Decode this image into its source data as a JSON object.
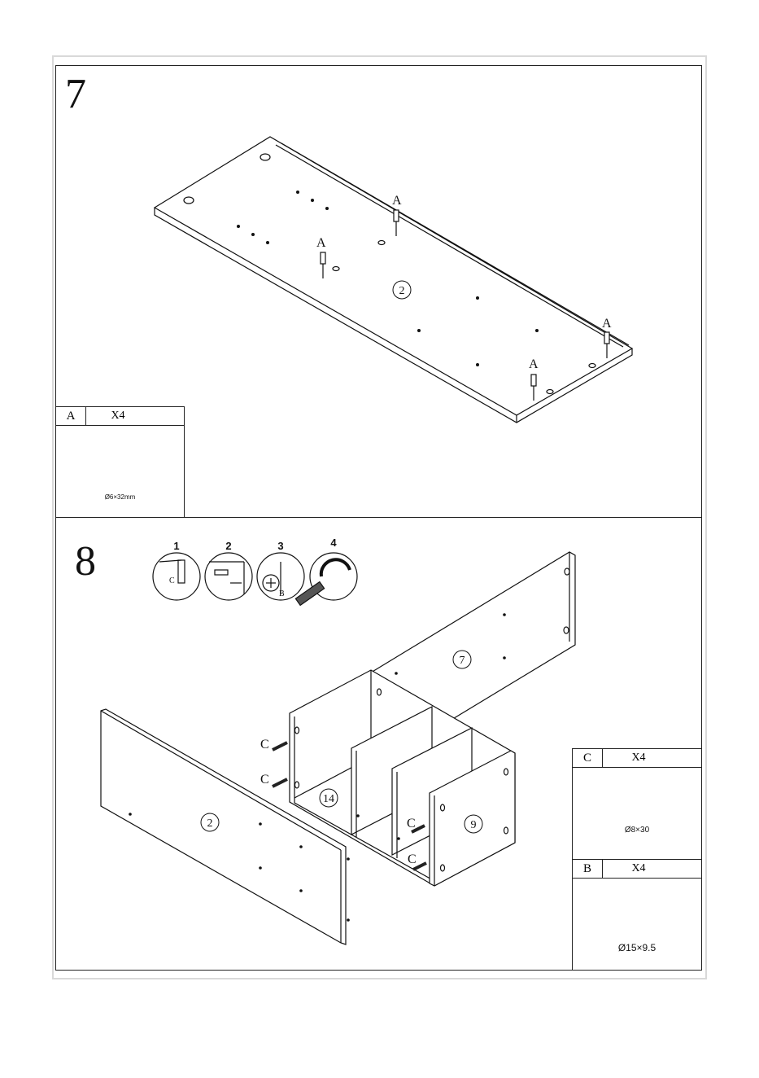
{
  "step7": {
    "number": "7",
    "panel_label": "2",
    "hardware_label": "A",
    "part_box": {
      "letter": "A",
      "count": "X4",
      "size": "Ø6×32mm"
    }
  },
  "step8": {
    "number": "8",
    "substeps": [
      "1",
      "2",
      "3",
      "4"
    ],
    "substep_labels": {
      "c": "C",
      "b": "B"
    },
    "panels": {
      "front": "2",
      "back": "7",
      "divider": "14",
      "side": "9"
    },
    "hardware_label": "C",
    "part_box_c": {
      "letter": "C",
      "count": "X4",
      "size": "Ø8×30"
    },
    "part_box_b": {
      "letter": "B",
      "count": "X4",
      "size": "Ø15×9.5"
    }
  }
}
